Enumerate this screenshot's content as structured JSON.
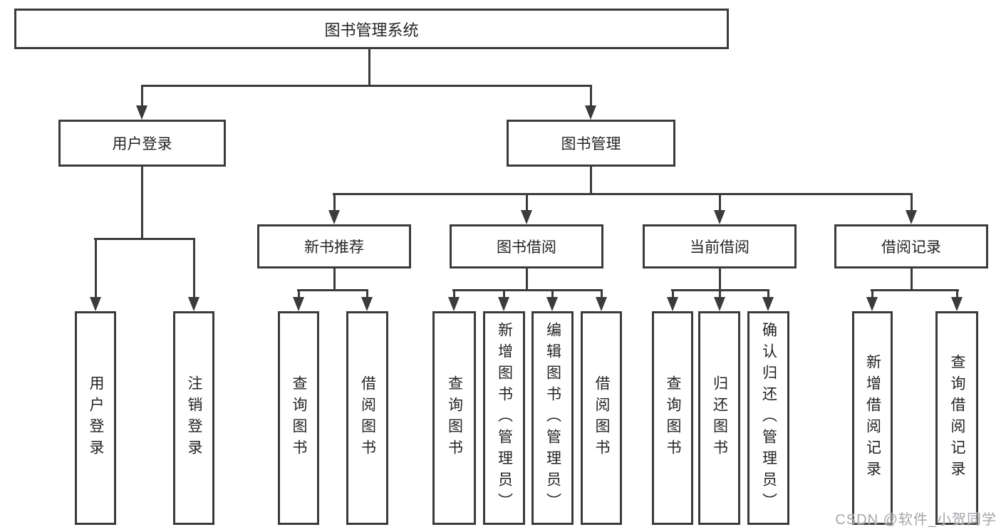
{
  "diagram": {
    "root": {
      "label": "图书管理系统"
    },
    "level2": {
      "login": {
        "label": "用户登录"
      },
      "mgmt": {
        "label": "图书管理"
      }
    },
    "level3": {
      "newbook": {
        "label": "新书推荐"
      },
      "borrow": {
        "label": "图书借阅"
      },
      "current": {
        "label": "当前借阅"
      },
      "records": {
        "label": "借阅记录"
      }
    },
    "leaves": {
      "login": [
        "用户登录",
        "注销登录"
      ],
      "newbook": [
        "查询图书",
        "借阅图书"
      ],
      "borrow": [
        "查询图书",
        "新增图书（管理员）",
        "编辑图书（管理员）",
        "借阅图书"
      ],
      "current": [
        "查询图书",
        "归还图书",
        "确认归还（管理员）"
      ],
      "records": [
        "新增借阅记录",
        "查询借阅记录"
      ]
    }
  },
  "watermark": {
    "text": "CSDN @软件_小贺同学"
  },
  "colors": {
    "line": "#3b3b3b",
    "text": "#242424",
    "background": "#ffffff",
    "watermark": "#a6a6ac"
  }
}
